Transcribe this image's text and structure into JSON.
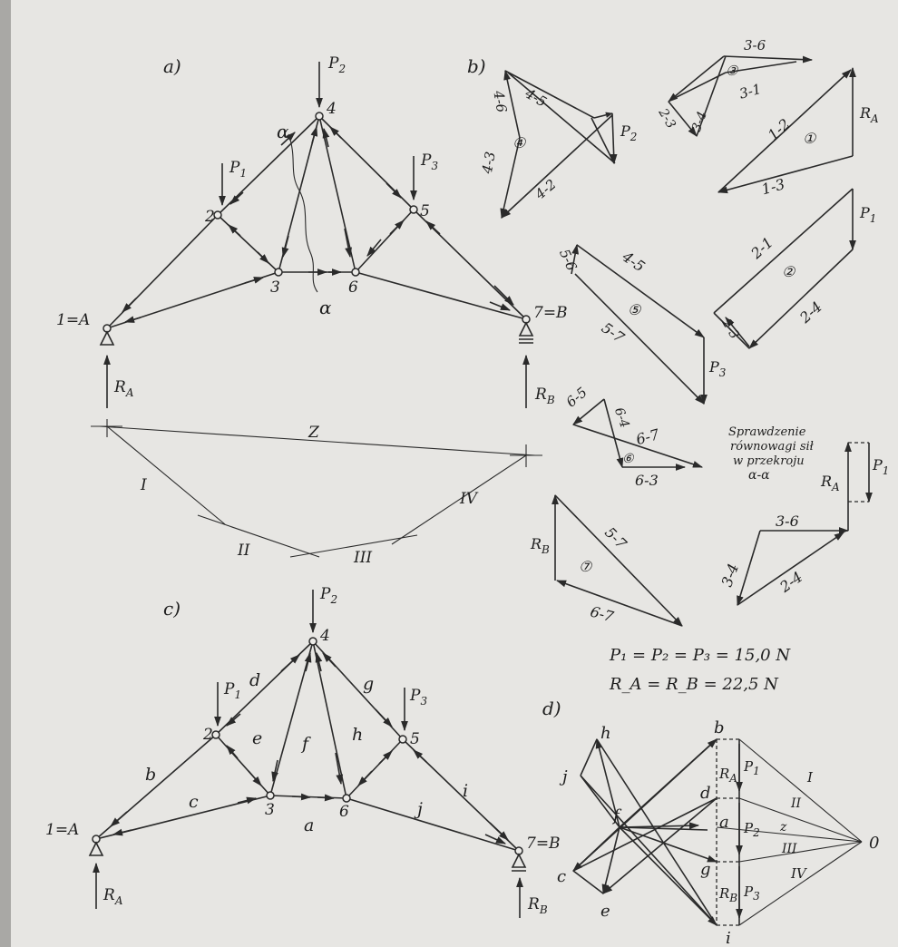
{
  "panels": {
    "a": "a)",
    "b": "b)",
    "c": "c)",
    "d": "d)"
  },
  "nodes": {
    "n1": "1=A",
    "n2": "2",
    "n3": "3",
    "n4": "4",
    "n5": "5",
    "n6": "6",
    "n7": "7=B",
    "alpha": "α"
  },
  "loads": {
    "p1": "P",
    "p2": "P",
    "p3": "P",
    "sub1": "1",
    "sub2": "2",
    "sub3": "3"
  },
  "reactions": {
    "ra": "R",
    "rb": "R",
    "subA": "A",
    "subB": "B"
  },
  "funicular": {
    "z": "Z",
    "I": "I",
    "II": "II",
    "III": "III",
    "IV": "IV"
  },
  "polygons": {
    "p1": {
      "num": "①",
      "l12": "1-2",
      "l13": "1-3",
      "ra": "R",
      "raSub": "A"
    },
    "p2": {
      "num": "②",
      "l21": "2-1",
      "l24": "2-4",
      "l23": "2-3",
      "p": "P",
      "pSub": "1"
    },
    "p3": {
      "num": "③",
      "l36": "3-6",
      "l31": "3-1",
      "l34": "3-4",
      "l23": "2-3"
    },
    "p4": {
      "num": "④",
      "l45": "4-5",
      "l46": "4-6",
      "l43": "4-3",
      "l42": "4-2",
      "p": "P",
      "pSub": "2"
    },
    "p5": {
      "num": "⑤",
      "l56": "5-6",
      "l45": "4-5",
      "l57": "5-7",
      "p": "P",
      "pSub": "3"
    },
    "p6": {
      "num": "⑥",
      "l65": "6-5",
      "l64": "6-4",
      "l67": "6-7",
      "l63": "6-3"
    },
    "p7": {
      "num": "⑦",
      "l57": "5-7",
      "l67": "6-7",
      "rb": "R",
      "rbSub": "B"
    }
  },
  "check": {
    "title1": "Sprawdzenie",
    "title2": "równowagi sił",
    "title3": "w przekroju",
    "title4": "α-α",
    "l36": "3-6",
    "l34": "3-4",
    "l24": "2-4",
    "ra": "R",
    "raSub": "A",
    "p": "P",
    "pSub": "1"
  },
  "equations": {
    "eq1": "P₁ = P₂ = P₃ = 15,0  N",
    "eq2": "R_A = R_B = 22,5 N"
  },
  "zones": {
    "a": "a",
    "b": "b",
    "c": "c",
    "d": "d",
    "e": "e",
    "f": "f",
    "g": "g",
    "h": "h",
    "i": "i",
    "j": "j"
  },
  "cremona": {
    "b": "b",
    "h": "h",
    "j": "j",
    "f": "f",
    "d": "d",
    "a": "a",
    "c": "c",
    "g": "g",
    "e": "e",
    "i": "i",
    "o": "0",
    "ra": "R",
    "raSub": "A",
    "rb": "R",
    "rbSub": "B",
    "p1": "P",
    "p1Sub": "1",
    "p2": "P",
    "p2Sub": "2",
    "p3": "P",
    "p3Sub": "3",
    "I": "I",
    "II": "II",
    "z": "z",
    "III": "III",
    "IV": "IV"
  }
}
